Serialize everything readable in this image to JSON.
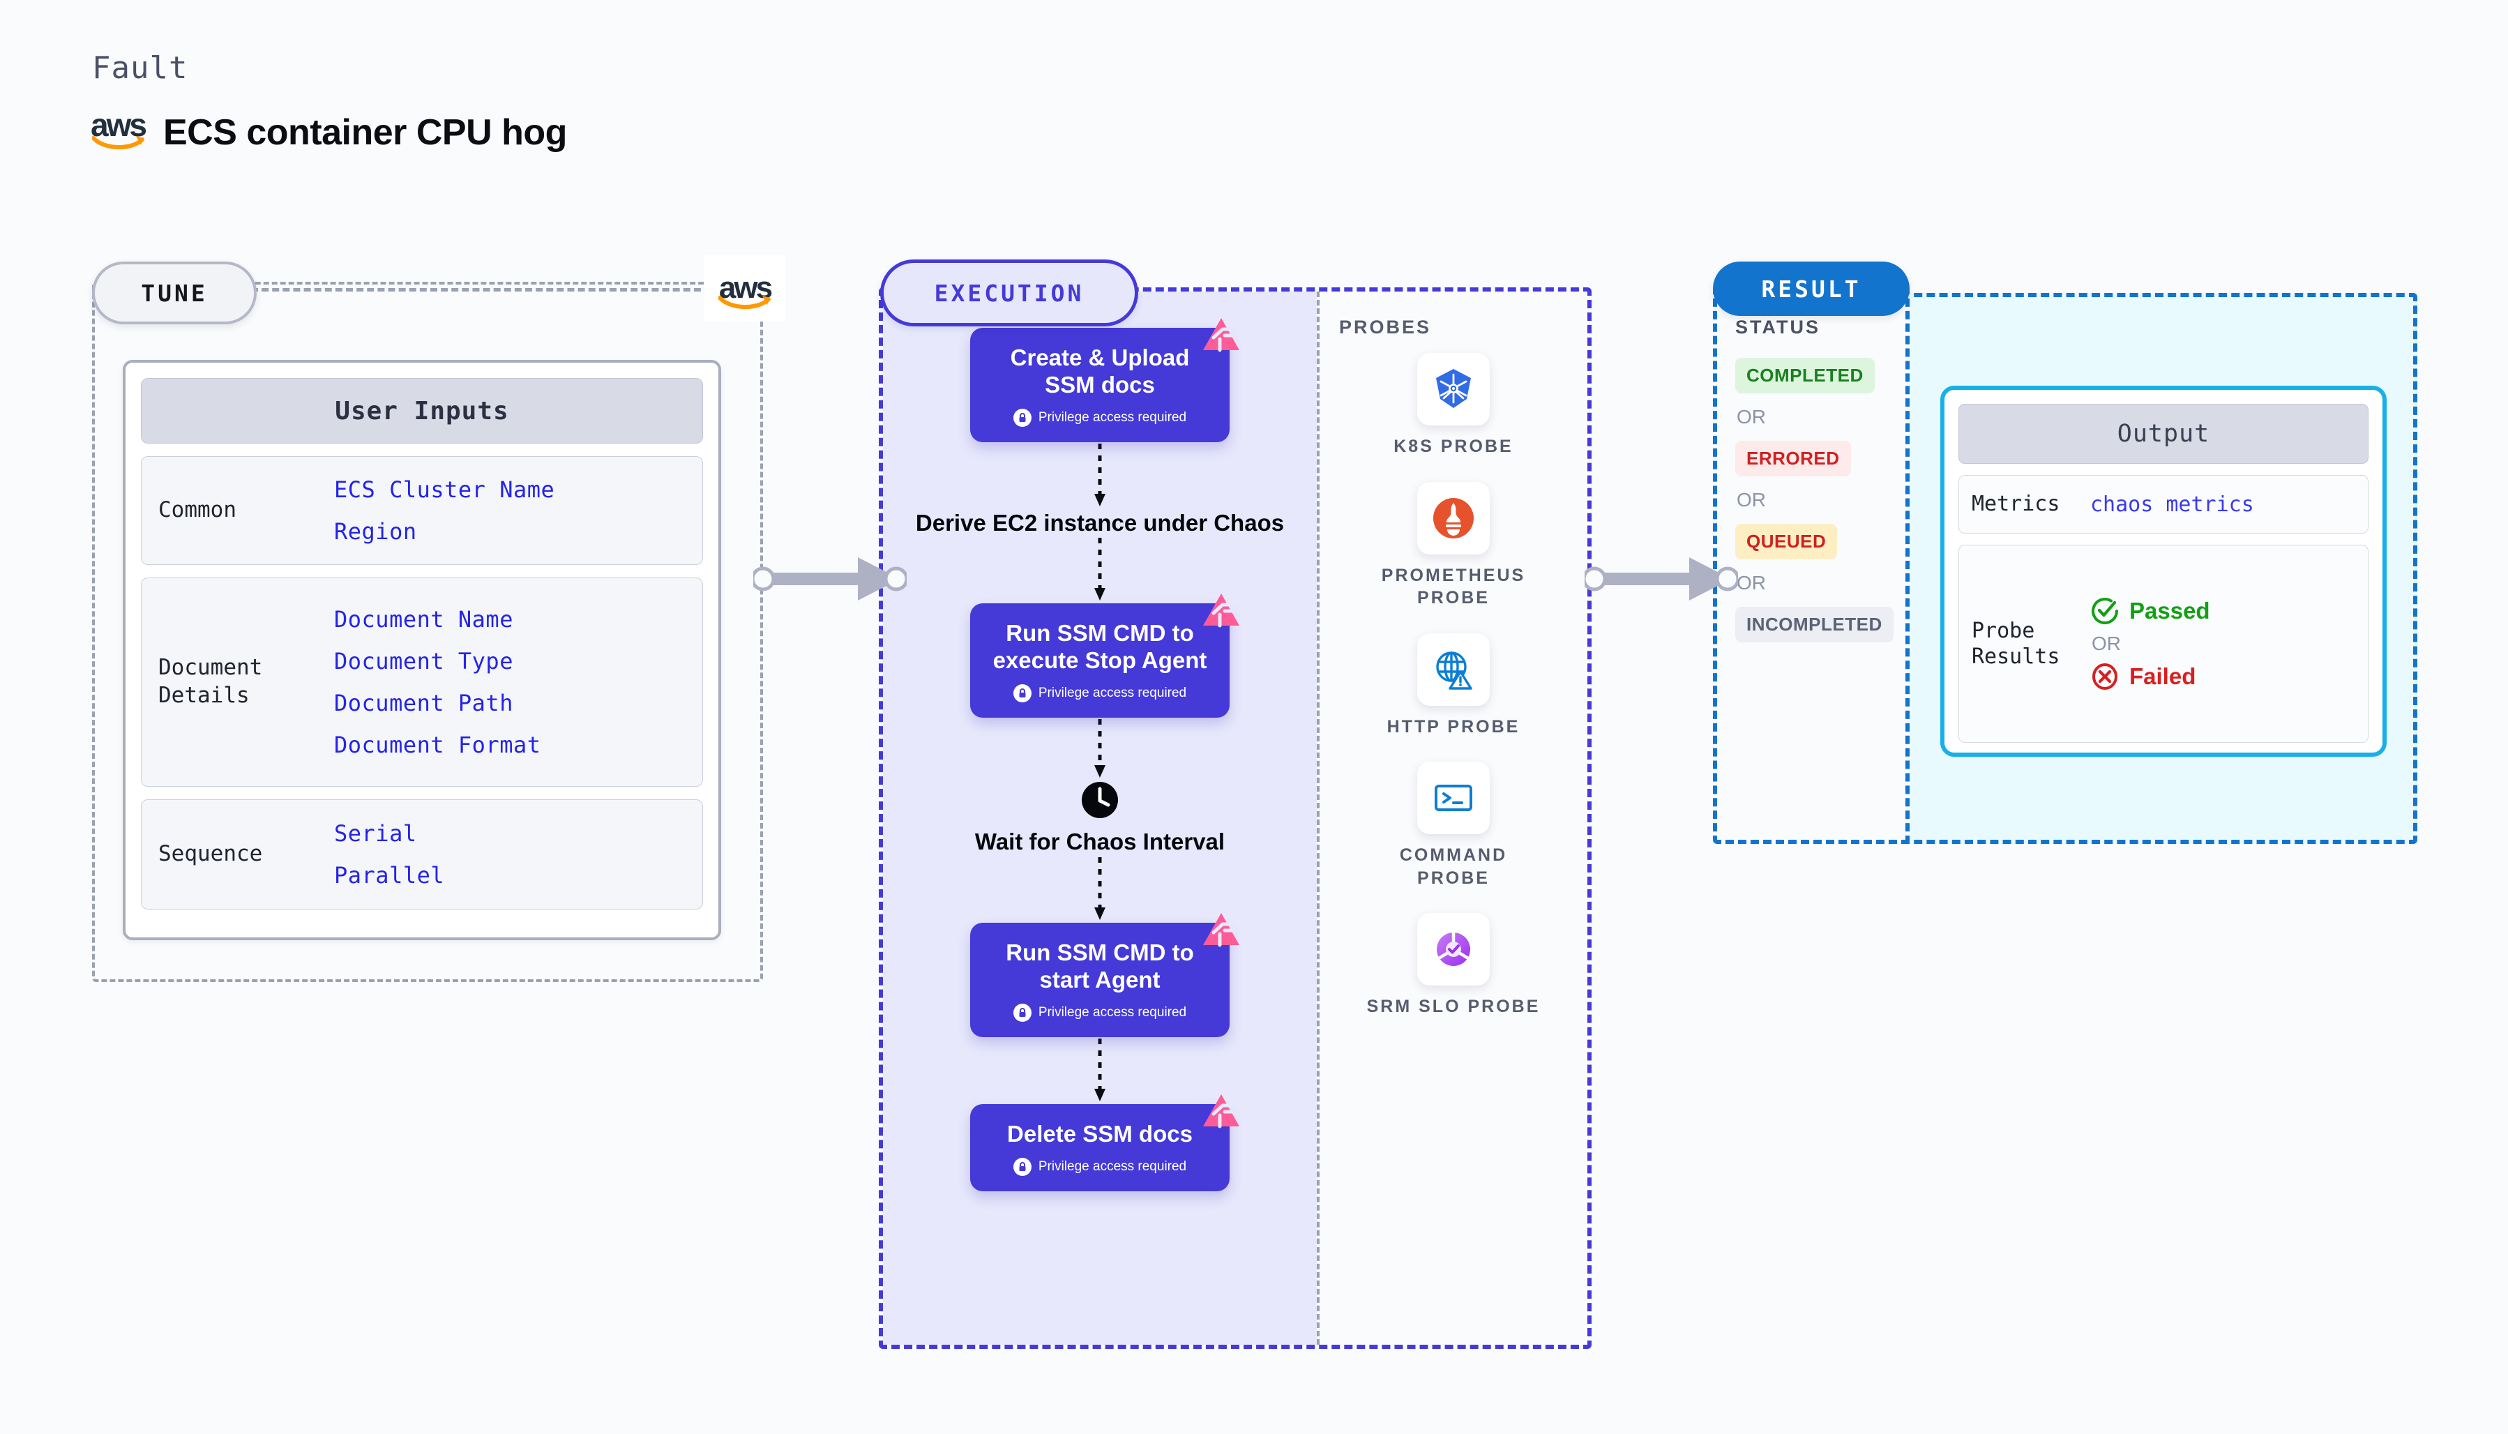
{
  "header": {
    "eyebrow": "Fault",
    "title": "ECS container CPU hog",
    "provider_logo": "aws-logo",
    "provider_word": "aws"
  },
  "tune": {
    "label": "TUNE",
    "provider_badge": "aws",
    "card_title": "User Inputs",
    "groups": [
      {
        "label": "Common",
        "values": [
          "ECS Cluster Name",
          "Region"
        ]
      },
      {
        "label": "Document Details",
        "values": [
          "Document Name",
          "Document Type",
          "Document Path",
          "Document Format"
        ]
      },
      {
        "label": "Sequence",
        "values": [
          "Serial",
          "Parallel"
        ]
      }
    ]
  },
  "execution": {
    "label": "EXECUTION",
    "privilege_text": "Privilege access required",
    "steps": [
      {
        "type": "box",
        "title": "Create & Upload SSM docs",
        "privilege": true,
        "chaos_mark": true
      },
      {
        "type": "plain",
        "title": "Derive EC2 instance under Chaos",
        "icon": "none"
      },
      {
        "type": "box",
        "title": "Run SSM CMD to execute Stop Agent",
        "privilege": true,
        "chaos_mark": true
      },
      {
        "type": "plain",
        "title": "Wait for Chaos Interval",
        "icon": "clock-icon"
      },
      {
        "type": "box",
        "title": "Run SSM CMD to start Agent",
        "privilege": true,
        "chaos_mark": true
      },
      {
        "type": "box",
        "title": "Delete SSM docs",
        "privilege": true,
        "chaos_mark": true
      }
    ]
  },
  "probes": {
    "title": "PROBES",
    "items": [
      {
        "label": "K8S PROBE",
        "icon": "kubernetes-icon",
        "color": "#326ce5"
      },
      {
        "label": "PROMETHEUS PROBE",
        "icon": "prometheus-icon",
        "color": "#e6522c"
      },
      {
        "label": "HTTP PROBE",
        "icon": "http-globe-icon",
        "color": "#0b7ed4"
      },
      {
        "label": "COMMAND PROBE",
        "icon": "terminal-icon",
        "color": "#0b7ed4"
      },
      {
        "label": "SRM SLO PROBE",
        "icon": "srm-slo-icon",
        "color": "#9b30f0"
      }
    ]
  },
  "result": {
    "label": "RESULT",
    "status_title": "STATUS",
    "or_text": "OR",
    "statuses": [
      {
        "label": "COMPLETED",
        "bg": "#ddf5dd",
        "fg": "#1a8020"
      },
      {
        "label": "ERRORED",
        "bg": "#fdeaea",
        "fg": "#cf2020"
      },
      {
        "label": "QUEUED",
        "bg": "#fdefc3",
        "fg": "#cf2020"
      },
      {
        "label": "INCOMPLETED",
        "bg": "#eceef4",
        "fg": "#5b6274"
      }
    ],
    "output": {
      "title": "Output",
      "metrics_label": "Metrics",
      "metrics_value": "chaos metrics",
      "probe_results_label": "Probe Results",
      "passed": "Passed",
      "failed": "Failed",
      "or_text": "OR"
    }
  },
  "colors": {
    "accent_purple": "#4539d8",
    "accent_blue": "#1274cd",
    "chaos_pink": "#fd5c97",
    "aws_orange": "#ff9900"
  }
}
